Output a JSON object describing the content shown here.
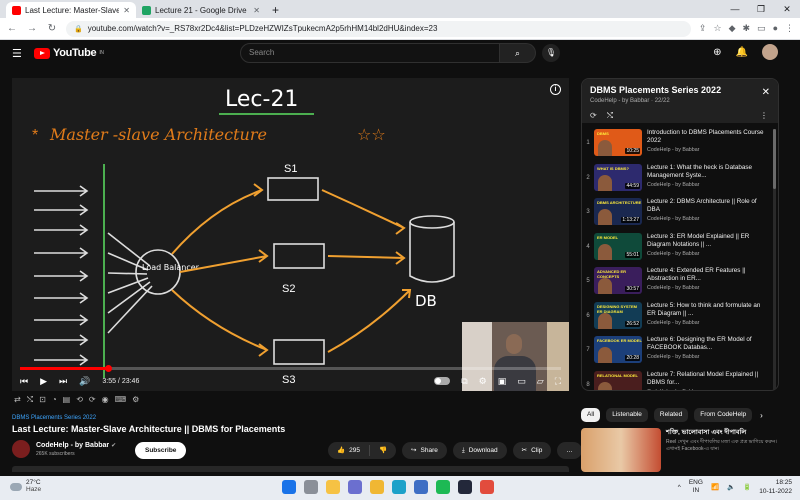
{
  "browser": {
    "tabs": [
      {
        "title": "Last Lecture: Master-Slave Archite",
        "active": true,
        "color": "#ff0000"
      },
      {
        "title": "Lecture 21 - Google Drive",
        "active": false,
        "color": "#1fa463"
      }
    ],
    "new_tab": "+",
    "url": "youtube.com/watch?v=_RS78xr2Dc4&list=PLDzeHZWIZsTpukecmA2p5rhHM14bl2dHU&index=23"
  },
  "youtube": {
    "logo_text": "YouTube",
    "logo_sup": "IN",
    "search_placeholder": "Search"
  },
  "video": {
    "board": {
      "heading": "Lec-21",
      "subheading": "Master -slave Architecture",
      "load_balancer": "Load Balancer",
      "s1": "S1",
      "s2": "S2",
      "s3": "S3",
      "db": "DB"
    },
    "current_time": "3:55 / 23:46",
    "progress_fraction": 0.163
  },
  "meta": {
    "series_link": "DBMS Placements Series 2022",
    "title": "Last Lecture: Master-Slave Architecture || DBMS for Placements",
    "channel": "CodeHelp - by Babbar",
    "verified": "✔",
    "subscribers": "265K subscribers",
    "subscribe_label": "Subscribe",
    "likes": "295",
    "share_label": "Share",
    "download_label": "Download",
    "clip_label": "Clip",
    "more_label": "…"
  },
  "playlist": {
    "title": "DBMS Placements Series 2022",
    "subtitle": "CodeHelp - by Babbar · 22/22",
    "items": [
      {
        "idx": "1",
        "title": "Introduction to DBMS Placements Course 2022",
        "channel": "CodeHelp - by Babbar",
        "duration": "10:25",
        "label": "DBMS",
        "bg": "#e05a18"
      },
      {
        "idx": "2",
        "title": "Lecture 1: What the heck is Database Management Syste...",
        "channel": "CodeHelp - by Babbar",
        "duration": "44:59",
        "label": "WHAT IS DBMS?",
        "bg": "#2d2a6e"
      },
      {
        "idx": "3",
        "title": "Lecture 2: DBMS Architecture || Role of DBA",
        "channel": "CodeHelp - by Babbar",
        "duration": "1:13:27",
        "label": "DBMS ARCHITECTURE",
        "bg": "#1a2850"
      },
      {
        "idx": "4",
        "title": "Lecture 3: ER Model Explained || ER Diagram Notations || ...",
        "channel": "CodeHelp - by Babbar",
        "duration": "55:01",
        "label": "ER MODEL",
        "bg": "#0f4a3a"
      },
      {
        "idx": "5",
        "title": "Lecture 4: Extended ER Features || Abstraction in ER...",
        "channel": "CodeHelp - by Babbar",
        "duration": "30:57",
        "label": "ADVANCED ER CONCEPTS",
        "bg": "#3a1e5c"
      },
      {
        "idx": "6",
        "title": "Lecture 5: How to think and formulate an ER Diagram || ...",
        "channel": "CodeHelp - by Babbar",
        "duration": "26:52",
        "label": "DESIGNING SYSTEM ER DIAGRAM",
        "bg": "#123c55"
      },
      {
        "idx": "7",
        "title": "Lecture 6: Designing the ER Model of FACEBOOK Databas...",
        "channel": "CodeHelp - by Babbar",
        "duration": "20:28",
        "label": "FACEBOOK ER MODEL",
        "bg": "#1c3f7a"
      },
      {
        "idx": "8",
        "title": "Lecture 7: Relational Model Explained || DBMS for...",
        "channel": "CodeHelp - by Babbar",
        "duration": "",
        "label": "RELATIONAL MODEL",
        "bg": "#4a1e1e"
      }
    ]
  },
  "chips": [
    "All",
    "Listenable",
    "Related",
    "From CodeHelp"
  ],
  "recommendation": {
    "title": "শক্তি, ভালোবাসা এবং দীপাবলি",
    "desc": "Reel দেখুন এবং দীপাবলির মজা এক প্রত্র ভাগিয়ে করুন। এখানই Facebook-এ যান।"
  },
  "taskbar": {
    "temp": "27°C",
    "weather": "Haze",
    "lang1": "ENG",
    "lang2": "IN",
    "time": "18:25",
    "date": "10-11-2022"
  }
}
